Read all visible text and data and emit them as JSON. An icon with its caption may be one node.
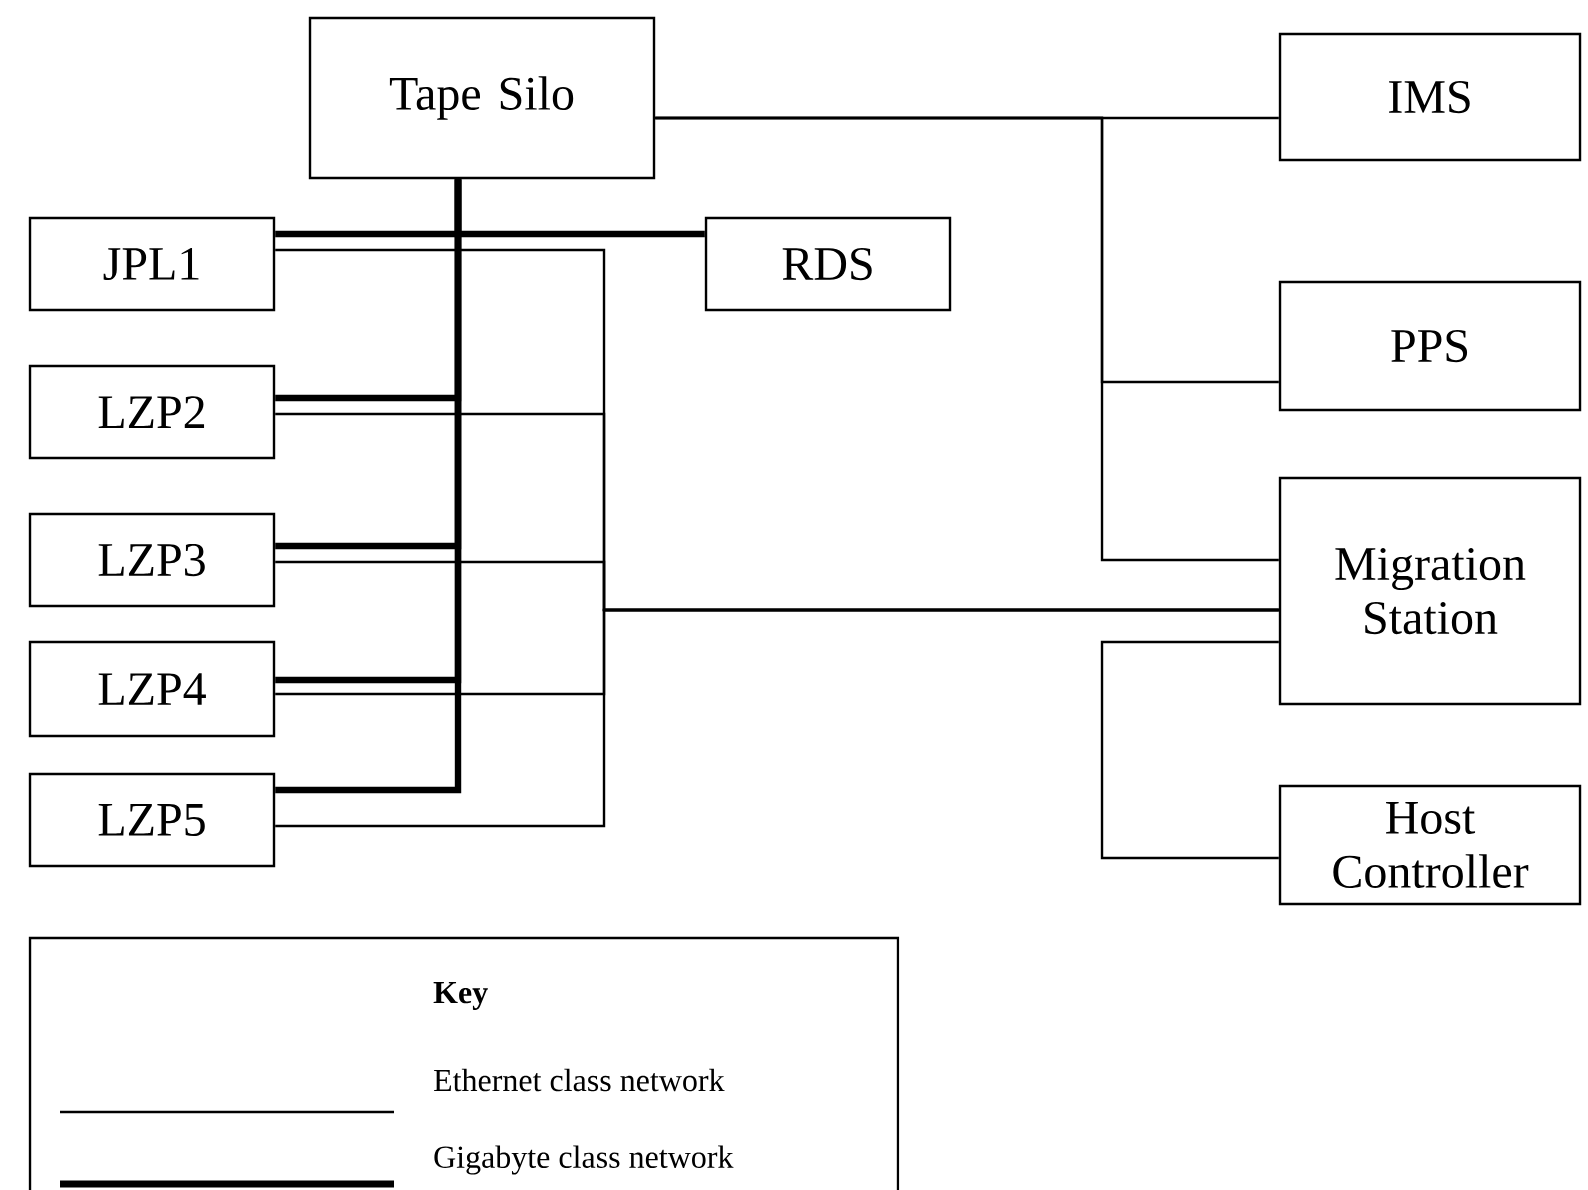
{
  "diagram": {
    "nodes": [
      {
        "text": [
          "Tape Silo"
        ]
      },
      {
        "text": [
          "IMS"
        ]
      },
      {
        "text": [
          "JPL1"
        ]
      },
      {
        "text": [
          "RDS"
        ]
      },
      {
        "text": [
          "PPS"
        ]
      },
      {
        "text": [
          "LZP2"
        ]
      },
      {
        "text": [
          "LZP3"
        ]
      },
      {
        "text": [
          "Migration Station"
        ]
      },
      {
        "text": [
          "LZP4"
        ]
      },
      {
        "text": [
          "LZP5"
        ]
      },
      {
        "text": [
          "Host Controller"
        ]
      }
    ],
    "edges": [
      {
        "from": 0,
        "to": 1,
        "arrow": "none"
      },
      {
        "from": 0,
        "to": 4,
        "arrow": "none"
      },
      {
        "from": 0,
        "to": 7,
        "arrow": "none"
      },
      {
        "from": 0,
        "to": 2,
        "arrow": "none",
        "style": "thick"
      },
      {
        "from": 0,
        "to": 3,
        "arrow": "none",
        "style": "thick"
      },
      {
        "from": 0,
        "to": 5,
        "arrow": "none",
        "style": "thick"
      },
      {
        "from": 0,
        "to": 6,
        "arrow": "none",
        "style": "thick"
      },
      {
        "from": 0,
        "to": 8,
        "arrow": "none",
        "style": "thick"
      },
      {
        "from": 0,
        "to": 9,
        "arrow": "none",
        "style": "thick"
      },
      {
        "from": 2,
        "to": 7,
        "arrow": "none"
      },
      {
        "from": 5,
        "to": 7,
        "arrow": "none"
      },
      {
        "from": 6,
        "to": 7,
        "arrow": "none"
      },
      {
        "from": 8,
        "to": 7,
        "arrow": "none"
      },
      {
        "from": 9,
        "to": 7,
        "arrow": "none"
      },
      {
        "from": 7,
        "to": 10,
        "arrow": "none"
      }
    ],
    "labels": [
      "Key"
    ],
    "legend": [
      {
        "text": "Ethernet class network"
      },
      {
        "text": "Gigabyte class network"
      }
    ]
  }
}
